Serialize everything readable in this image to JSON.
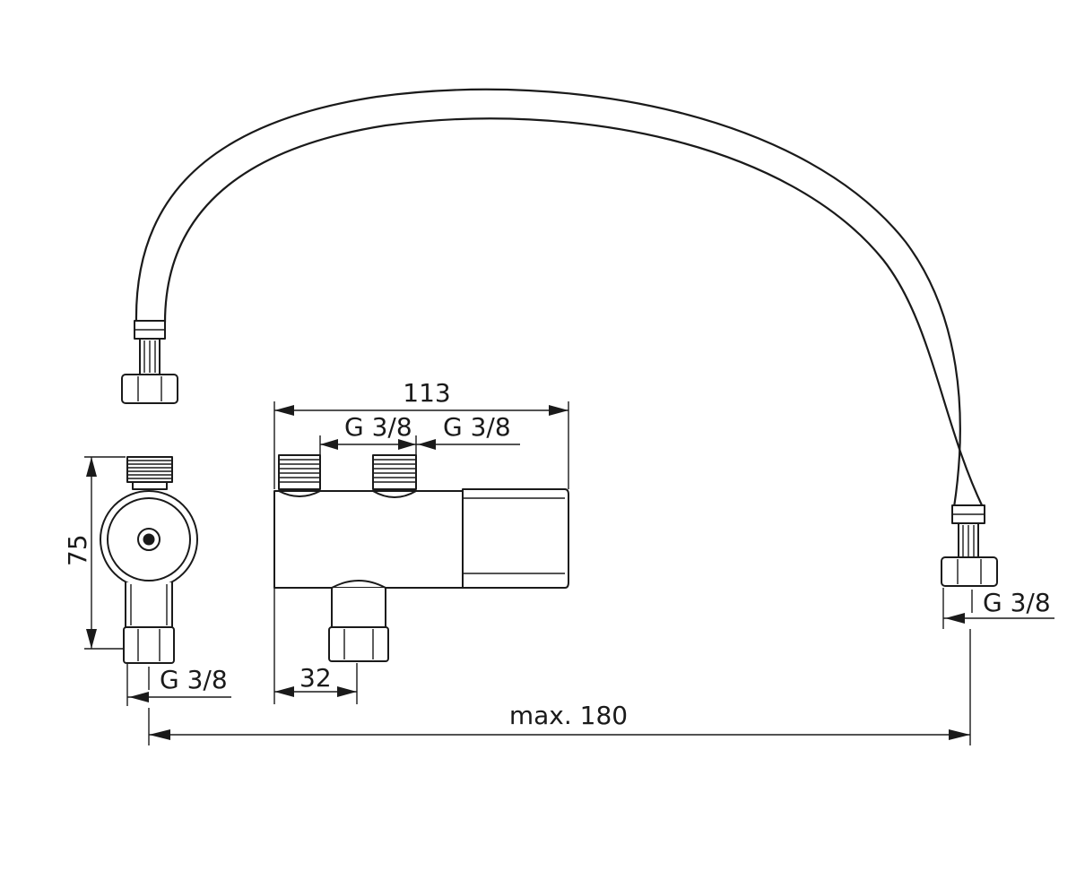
{
  "dimensions": {
    "overall_width": "113",
    "inlet_left": "G 3/8",
    "inlet_right": "G 3/8",
    "height": "75",
    "outlet_offset": "32",
    "hose_length": "max. 180",
    "side_outlet_thread": "G 3/8",
    "hose_end_thread": "G 3/8"
  }
}
